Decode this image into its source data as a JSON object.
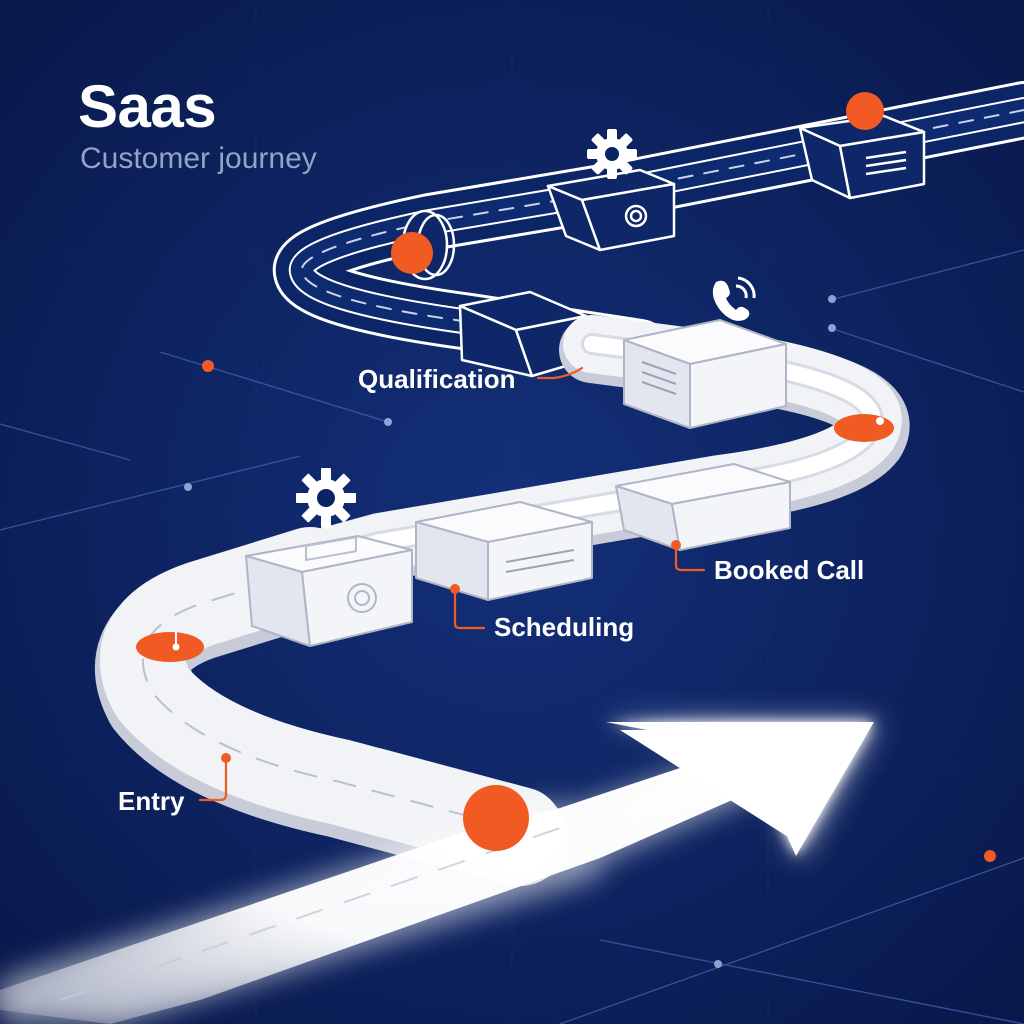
{
  "header": {
    "title": "Saas",
    "subtitle": "Customer journey"
  },
  "stages": [
    {
      "label": "Entry"
    },
    {
      "label": "Scheduling"
    },
    {
      "label": "Booked Call"
    },
    {
      "label": "Qualification"
    }
  ],
  "colors": {
    "background": "#0b2463",
    "accent": "#f15a22",
    "track": "#f2f3f6",
    "outline": "#ffffff",
    "muted_text": "#93a3c6"
  },
  "icons": [
    "gear-icon",
    "phone-icon",
    "document-icon",
    "target-icon",
    "arrow-icon"
  ]
}
